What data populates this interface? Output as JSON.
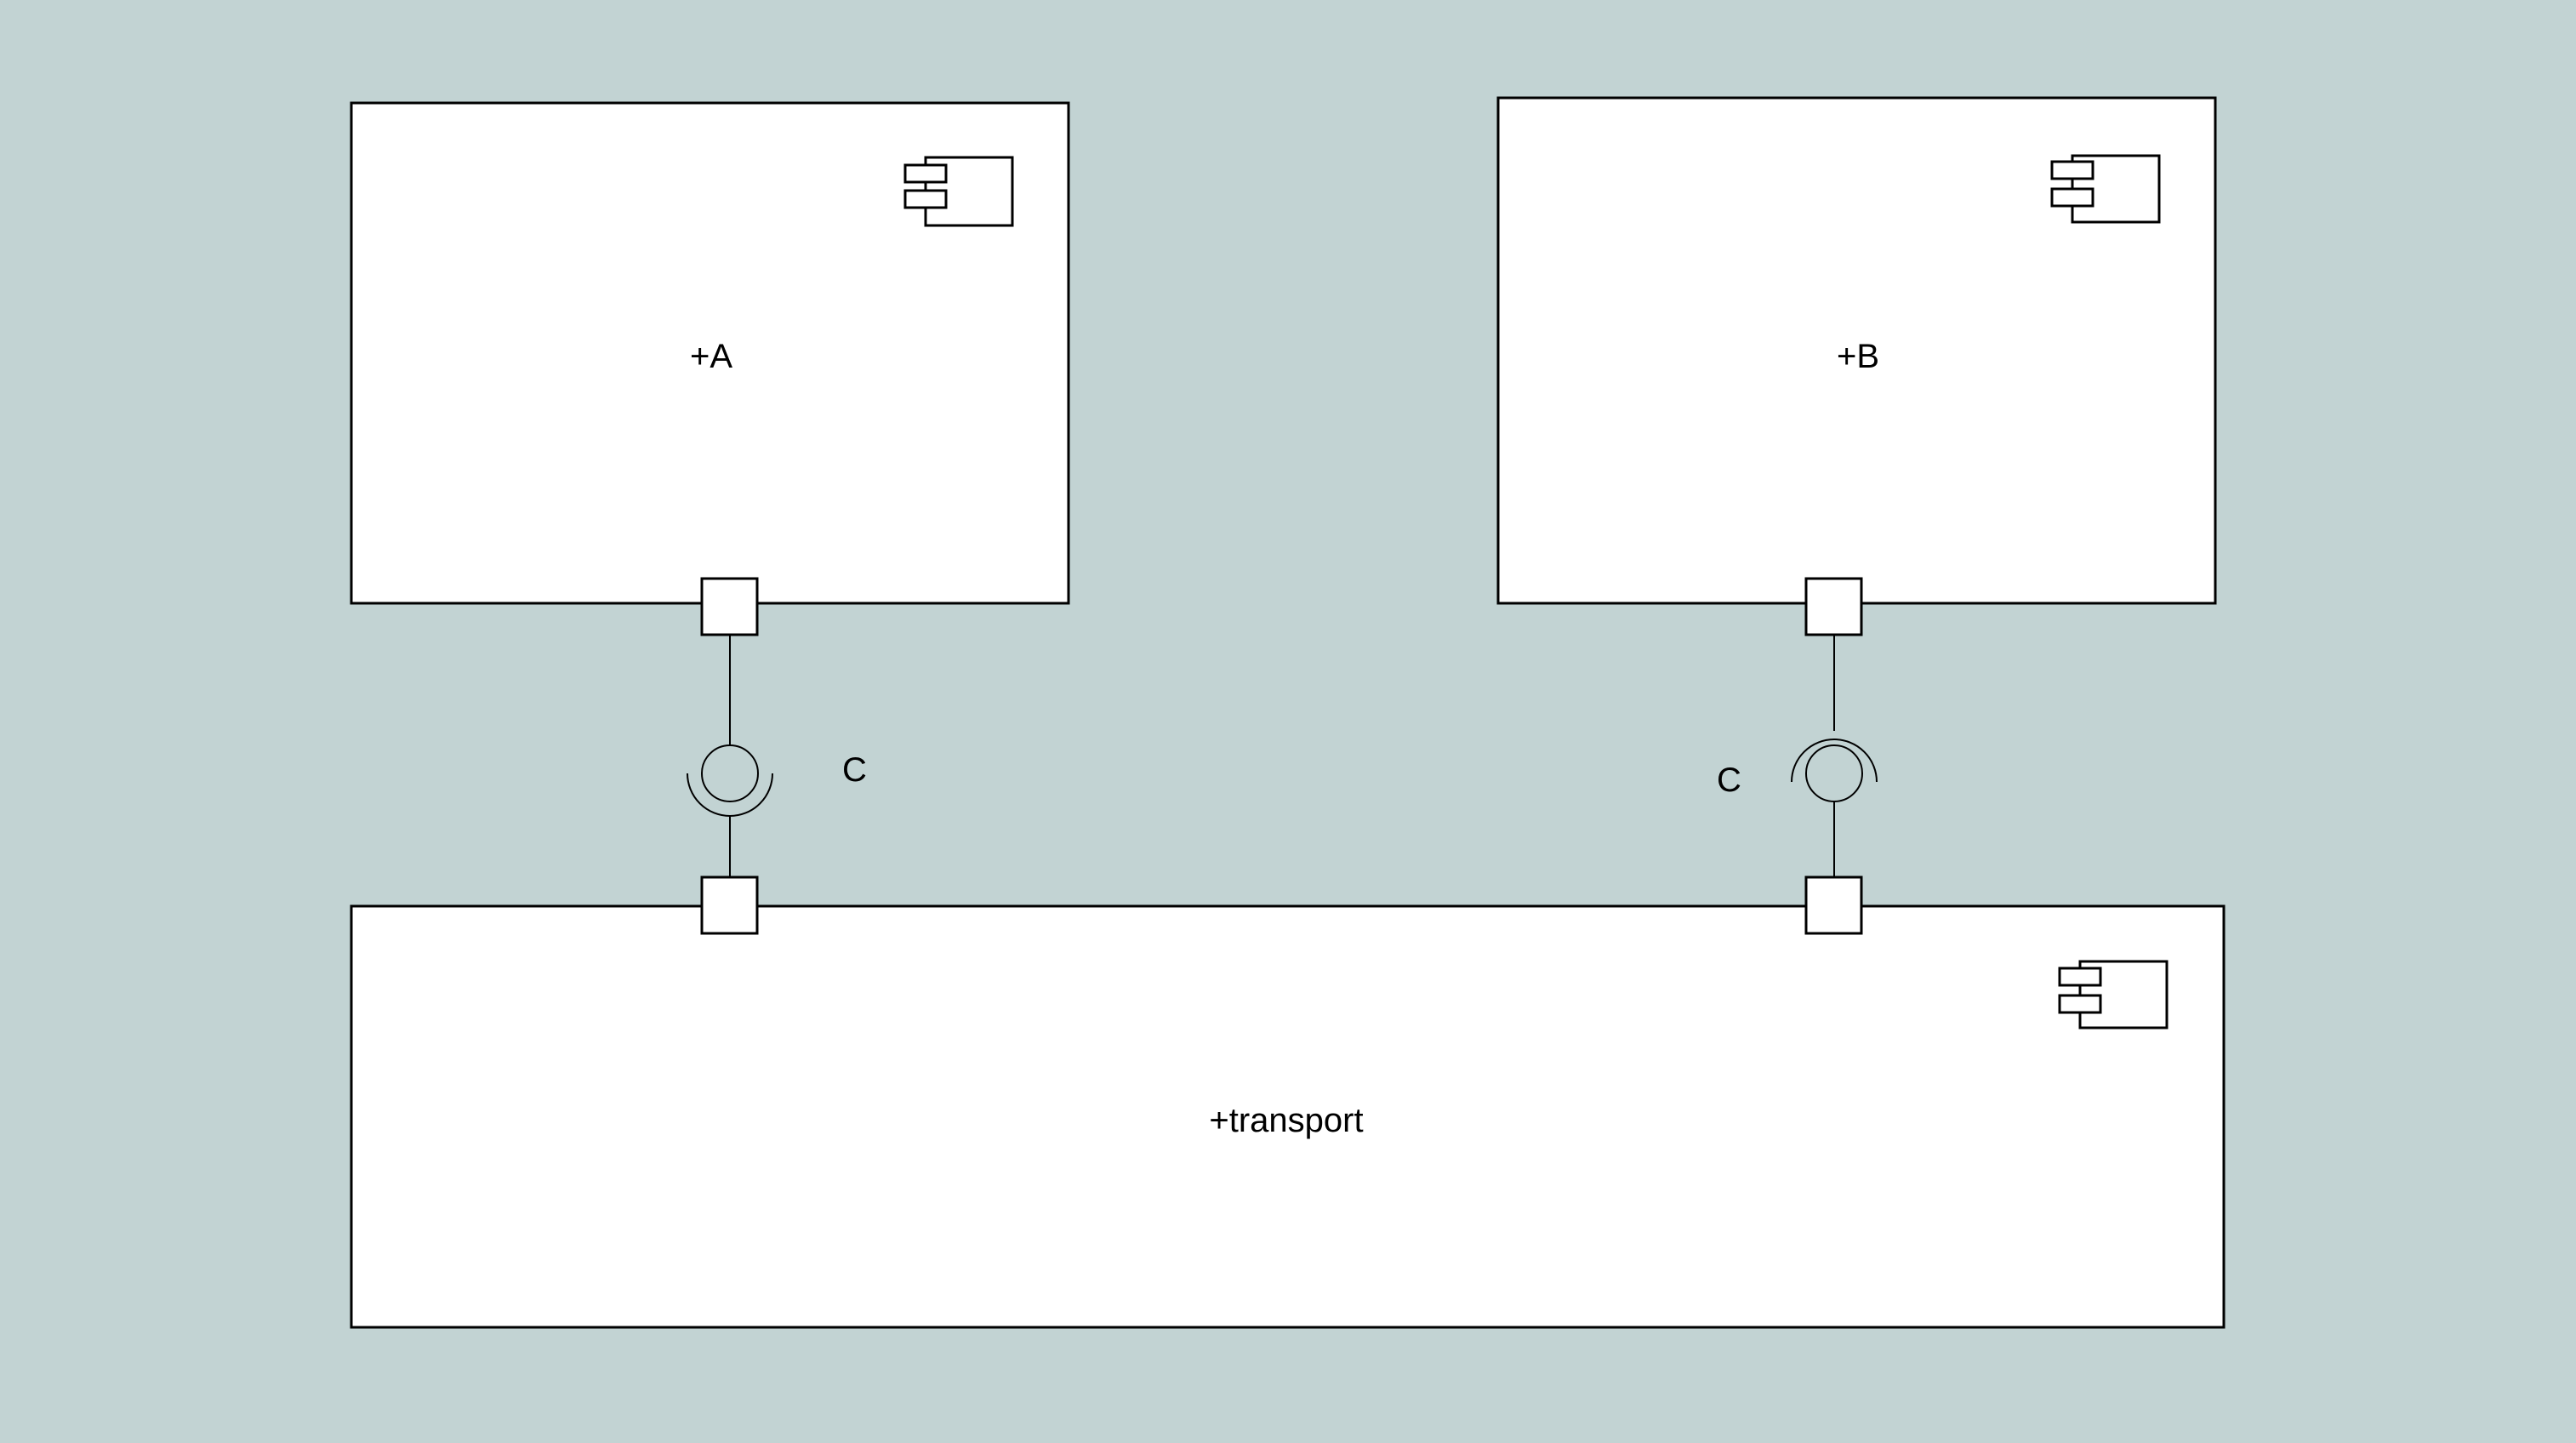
{
  "diagram": {
    "components": [
      {
        "id": "A",
        "label": "+A"
      },
      {
        "id": "B",
        "label": "+B"
      },
      {
        "id": "transport",
        "label": "+transport"
      }
    ],
    "connectors": [
      {
        "from": "A",
        "to": "transport",
        "interface": "C",
        "notation": "socket-below"
      },
      {
        "from": "B",
        "to": "transport",
        "interface": "C",
        "notation": "socket-above"
      }
    ]
  },
  "colors": {
    "background": "#c2d3d3",
    "box_fill": "#ffffff",
    "stroke": "#000000"
  },
  "icons": {
    "component": "uml-component-icon"
  }
}
